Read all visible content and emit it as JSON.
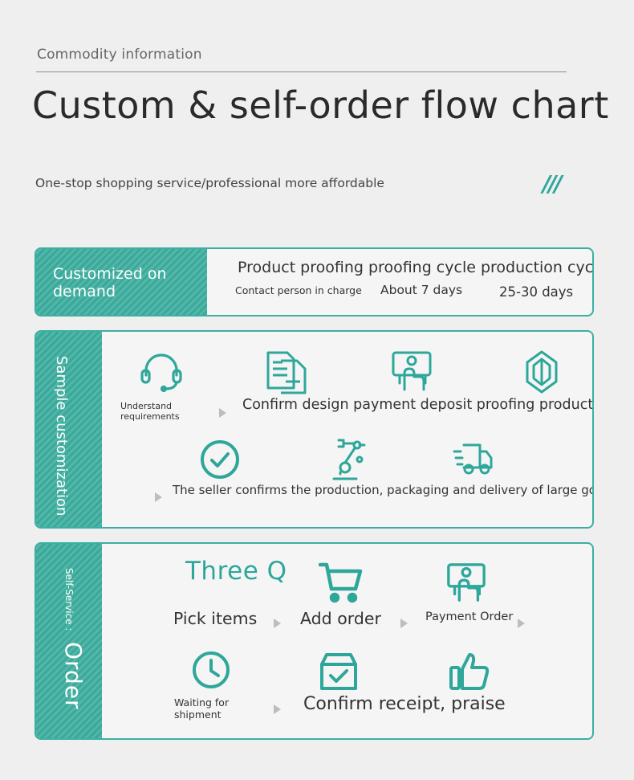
{
  "header": {
    "eyebrow": "Commodity information",
    "title": "Custom & self-order flow chart",
    "subtitle": "One-stop shopping service/professional more affordable",
    "slashes": "///"
  },
  "colors": {
    "accent": "#3bb0a2",
    "accent_dark": "#2ea79a",
    "background": "#efefef"
  },
  "custom_panel": {
    "label": "Customized on demand",
    "heading": "Product proofing proofing cycle production cycle",
    "contact": "Contact person in charge",
    "proofing_days": "About 7 days",
    "production_days": "25-30 days"
  },
  "sample_panel": {
    "label": "Sample customization",
    "step1": "Understand requirements",
    "steps_row1": "Confirm design payment deposit proofing production",
    "steps_row2": "The seller confirms the production, packaging and delivery of large goods",
    "icons": [
      "headset-icon",
      "document-icon",
      "payment-icon",
      "gem-icon",
      "check-circle-icon",
      "robot-arm-icon",
      "delivery-truck-icon"
    ]
  },
  "order_panel": {
    "label_small": "Self-Service :",
    "label_big": "Order",
    "brand": "Three Q",
    "pick": "Pick items",
    "add": "Add order",
    "payment": "Payment Order",
    "waiting": "Waiting for shipment",
    "confirm": "Confirm receipt, praise",
    "icons": [
      "cart-icon",
      "payment-icon",
      "clock-icon",
      "box-check-icon",
      "thumbs-up-icon"
    ]
  }
}
